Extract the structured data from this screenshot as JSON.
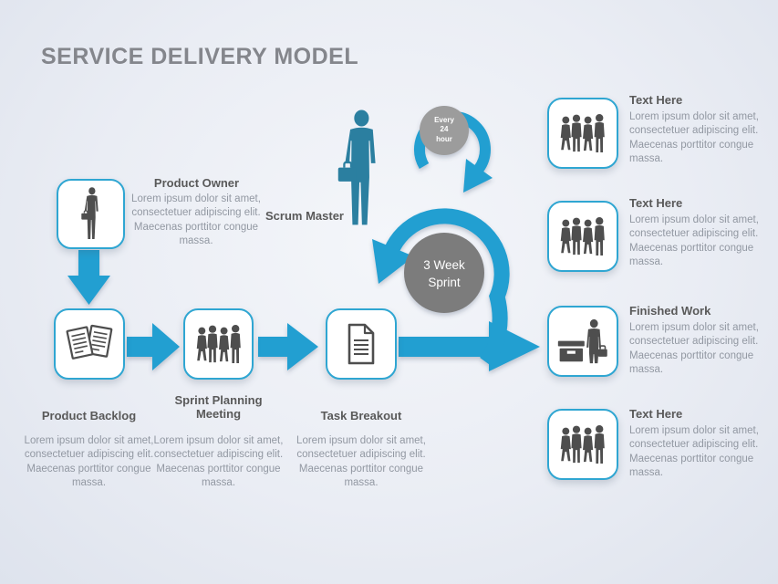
{
  "title": "SERVICE DELIVERY MODEL",
  "lorem": "Lorem ipsum dolor sit amet, consectetuer adipiscing elit. Maecenas porttitor congue massa.",
  "stages": {
    "product_owner": {
      "label": "Product Owner",
      "icon": "person-briefcase-icon"
    },
    "product_backlog": {
      "label": "Product Backlog",
      "icon": "documents-icon"
    },
    "sprint_planning": {
      "label": "Sprint Planning Meeting",
      "icon": "people-group-icon"
    },
    "task_breakout": {
      "label": "Task Breakout",
      "icon": "document-icon"
    },
    "scrum_master": {
      "label": "Scrum Master",
      "icon": "person-silhouette-icon"
    }
  },
  "loops": {
    "daily": {
      "lines": [
        "Every",
        "24",
        "hour"
      ]
    },
    "sprint": {
      "lines": [
        "3 Week",
        "Sprint"
      ]
    }
  },
  "right_items": [
    {
      "label": "Text Here",
      "icon": "people-group-icon"
    },
    {
      "label": "Text Here",
      "icon": "people-group-icon"
    },
    {
      "label": "Finished Work",
      "icon": "crate-person-icon"
    },
    {
      "label": "Text Here",
      "icon": "people-group-icon"
    }
  ],
  "colors": {
    "accent_blue": "#249fd1",
    "box_border": "#2fa6d2",
    "scrum_master_silhouette": "#2b7fa0",
    "daily_circle": "#9c9c9c",
    "sprint_circle": "#7b7b7b",
    "icon_gray": "#4e4e4e",
    "heading_text": "#595959",
    "body_text": "#9298a2",
    "title_text": "#84868c"
  }
}
